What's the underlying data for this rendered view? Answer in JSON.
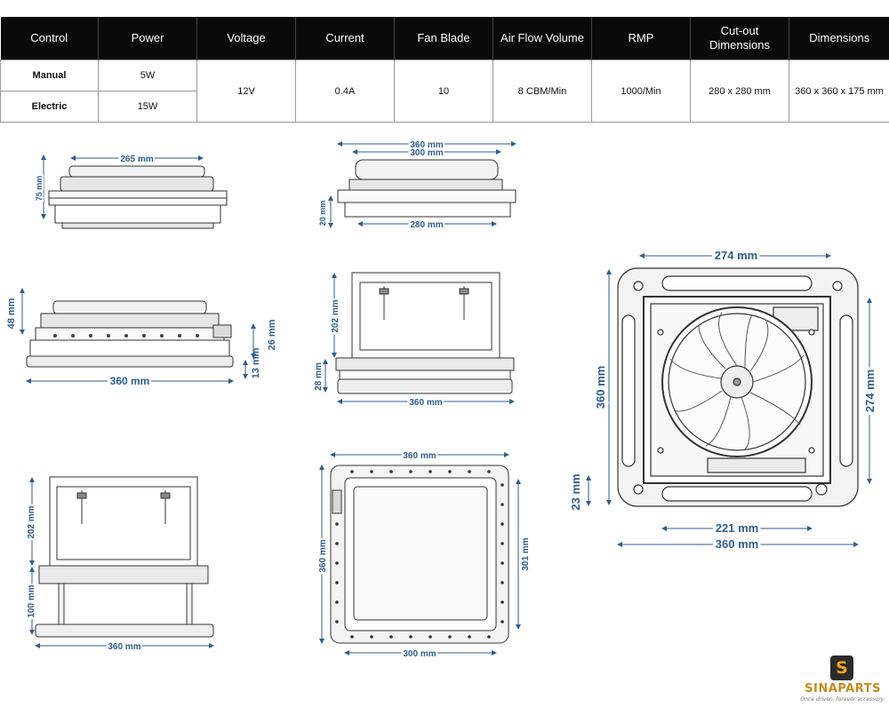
{
  "table": {
    "headers": [
      "Control",
      "Power",
      "Voltage",
      "Current",
      "Fan Blade",
      "Air Flow Volume",
      "RMP",
      "Cut-out Dimensions",
      "Dimensions"
    ],
    "rows": [
      {
        "control": "Manual",
        "power": "5W"
      },
      {
        "control": "Electric",
        "power": "15W"
      }
    ],
    "shared": {
      "voltage": "12V",
      "current": "0.4A",
      "fan_blade": "10",
      "air_flow": "8 CBM/Min",
      "rmp": "1000/Min",
      "cutout": "280 x 280 mm",
      "dimensions": "360 x 360 x 175 mm"
    }
  },
  "drawings": {
    "side_top_left": {
      "width": "265 mm",
      "height": "75 mm"
    },
    "front_top_center": {
      "outer": "360 mm",
      "inner": "300 mm",
      "base": "280 mm",
      "depth": "20 mm"
    },
    "side_mid_left": {
      "height_top": "48 mm",
      "height_right": "26 mm",
      "flange": "13 mm",
      "width": "360 mm"
    },
    "open_mid_center": {
      "lid_height": "202 mm",
      "frame": "28 mm",
      "width": "360 mm"
    },
    "open_bottom_left": {
      "lid_height": "202 mm",
      "frame": "100 mm",
      "width": "360 mm"
    },
    "frame_bottom_center": {
      "top": "360 mm",
      "left": "360 mm",
      "right": "301 mm",
      "bottom": "300 mm"
    },
    "fan_view": {
      "top": "274 mm",
      "left": "360 mm",
      "right": "274 mm",
      "bottom_inner": "221 mm",
      "bottom": "360 mm",
      "corner": "23 mm"
    }
  },
  "logo": {
    "name": "SINAPARTS",
    "tagline": "Once driven, forever accessory.",
    "glyph": "S"
  },
  "colors": {
    "dimension": "#2d5d90",
    "header_bg": "#0a0a0a",
    "logo": "#c8891a"
  }
}
